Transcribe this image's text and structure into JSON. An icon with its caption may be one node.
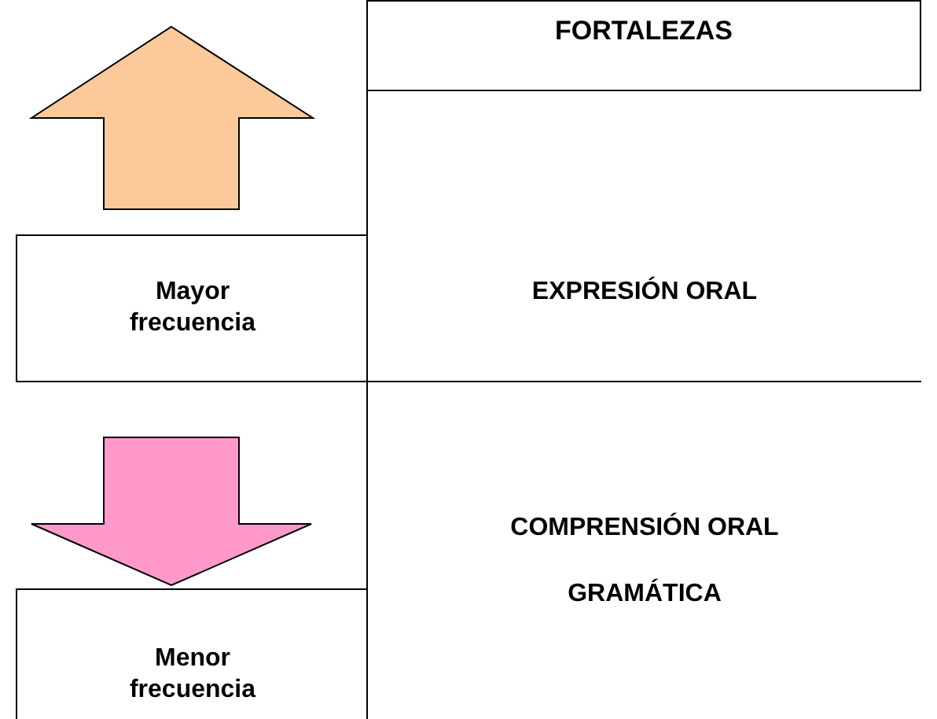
{
  "diagram": {
    "nodes": [
      {
        "text": [
          "FORTALEZAS"
        ]
      },
      {
        "text": [
          "EXPRESIÓN ORAL"
        ]
      },
      {
        "text": [
          "Mayor frecuencia"
        ]
      },
      {
        "text": [
          "COMPRENSIÓN ORAL",
          "GRAMÁTICA"
        ]
      },
      {
        "text": [
          "Menor frecuencia"
        ]
      }
    ],
    "edges": []
  }
}
